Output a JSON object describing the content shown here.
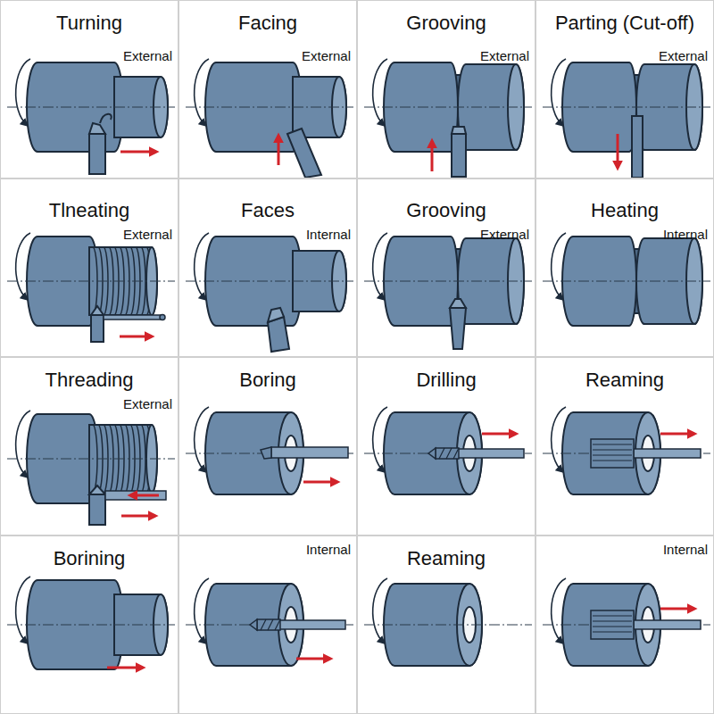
{
  "diagram": {
    "nodes": [
      {
        "text": [
          "Turning",
          "External"
        ]
      },
      {
        "text": [
          "Facing",
          "External"
        ]
      },
      {
        "text": [
          "Grooving",
          "External"
        ]
      },
      {
        "text": [
          "Parting (Cut-off)",
          "External"
        ]
      },
      {
        "text": [
          "Tlneating",
          "External"
        ]
      },
      {
        "text": [
          "Faces",
          "Internal"
        ]
      },
      {
        "text": [
          "Grooving",
          "External"
        ]
      },
      {
        "text": [
          "Heating",
          "Internal"
        ]
      },
      {
        "text": [
          "Threading",
          "External"
        ]
      },
      {
        "text": [
          "Boring"
        ]
      },
      {
        "text": [
          "Drilling"
        ]
      },
      {
        "text": [
          "Reaming"
        ]
      },
      {
        "text": [
          "Borining"
        ]
      },
      {
        "text": [
          "Internal"
        ]
      },
      {
        "text": [
          "Reaming"
        ]
      },
      {
        "text": [
          "Internal"
        ]
      }
    ]
  }
}
